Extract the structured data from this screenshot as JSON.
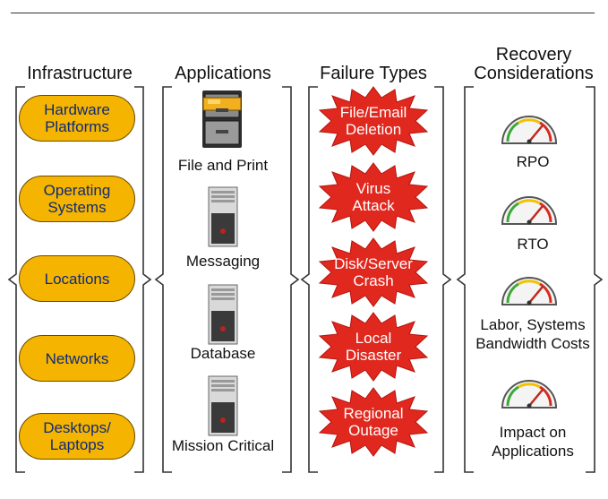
{
  "columns": {
    "infrastructure": "Infrastructure",
    "applications": "Applications",
    "failure_types": "Failure Types",
    "recovery_line1": "Recovery",
    "recovery_line2": "Considerations"
  },
  "infrastructure_items": [
    "Hardware\nPlatforms",
    "Operating\nSystems",
    "Locations",
    "Networks",
    "Desktops/\nLaptops"
  ],
  "applications": [
    "File and Print",
    "Messaging",
    "Database",
    "Mission Critical"
  ],
  "failure_types": [
    "File/Email\nDeletion",
    "Virus\nAttack",
    "Disk/Server\nCrash",
    "Local\nDisaster",
    "Regional\nOutage"
  ],
  "recovery": [
    "RPO",
    "RTO",
    "Labor, Systems\nBandwidth Costs",
    "Impact on\nApplications"
  ],
  "icons": {
    "file_cabinet": "file-cabinet-icon",
    "server": "server-tower-icon",
    "burst": "starburst-shape",
    "gauge": "gauge-icon"
  },
  "colors": {
    "infra_fill": "#f4b400",
    "infra_text": "#0f2a7a",
    "burst_fill": "#e0281e",
    "burst_text": "#ffffff"
  }
}
